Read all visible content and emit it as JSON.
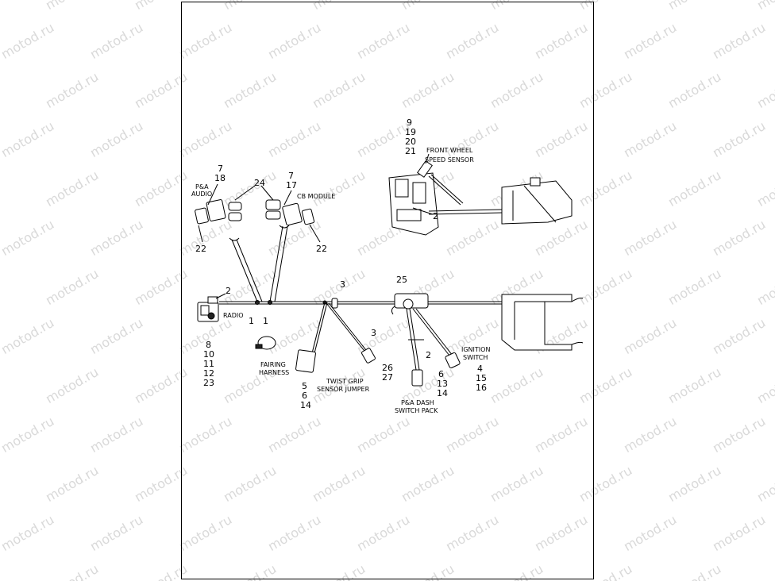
{
  "watermark": {
    "text": "motod.ru"
  },
  "callouts": {
    "front_wheel": [
      "9",
      "19",
      "20",
      "21"
    ],
    "pa_audio": [
      "7",
      "18"
    ],
    "cb_module": [
      "7",
      "17"
    ],
    "antenna": "24",
    "cable_left": "22",
    "cable_right": "22",
    "radio_top": "2",
    "junction_a": "1",
    "junction_b": "1",
    "clip_top": "3",
    "clip_twist": "3",
    "harness_clip": "25",
    "speed_sensor_clip": "2",
    "dash_clip": "2",
    "radio": [
      "8",
      "10",
      "11",
      "12",
      "23"
    ],
    "fairing": [
      "5",
      "6",
      "14"
    ],
    "twist": [
      "26",
      "27"
    ],
    "dash": [
      "6",
      "13",
      "14"
    ],
    "ignition": [
      "4",
      "15",
      "16"
    ]
  },
  "labels": {
    "front_wheel": [
      "FRONT WHEEL",
      "SPEED SENSOR"
    ],
    "pa_audio": [
      "P&A",
      "AUDIO"
    ],
    "cb_module": "CB MODULE",
    "radio": "RADIO",
    "fairing": [
      "FAIRING",
      "HARNESS"
    ],
    "twist": [
      "TWIST GRIP",
      "SENSOR JUMPER"
    ],
    "dash": [
      "P&A DASH",
      "SWITCH PACK"
    ],
    "ignition": [
      "IGNITION",
      "SWITCH"
    ]
  }
}
